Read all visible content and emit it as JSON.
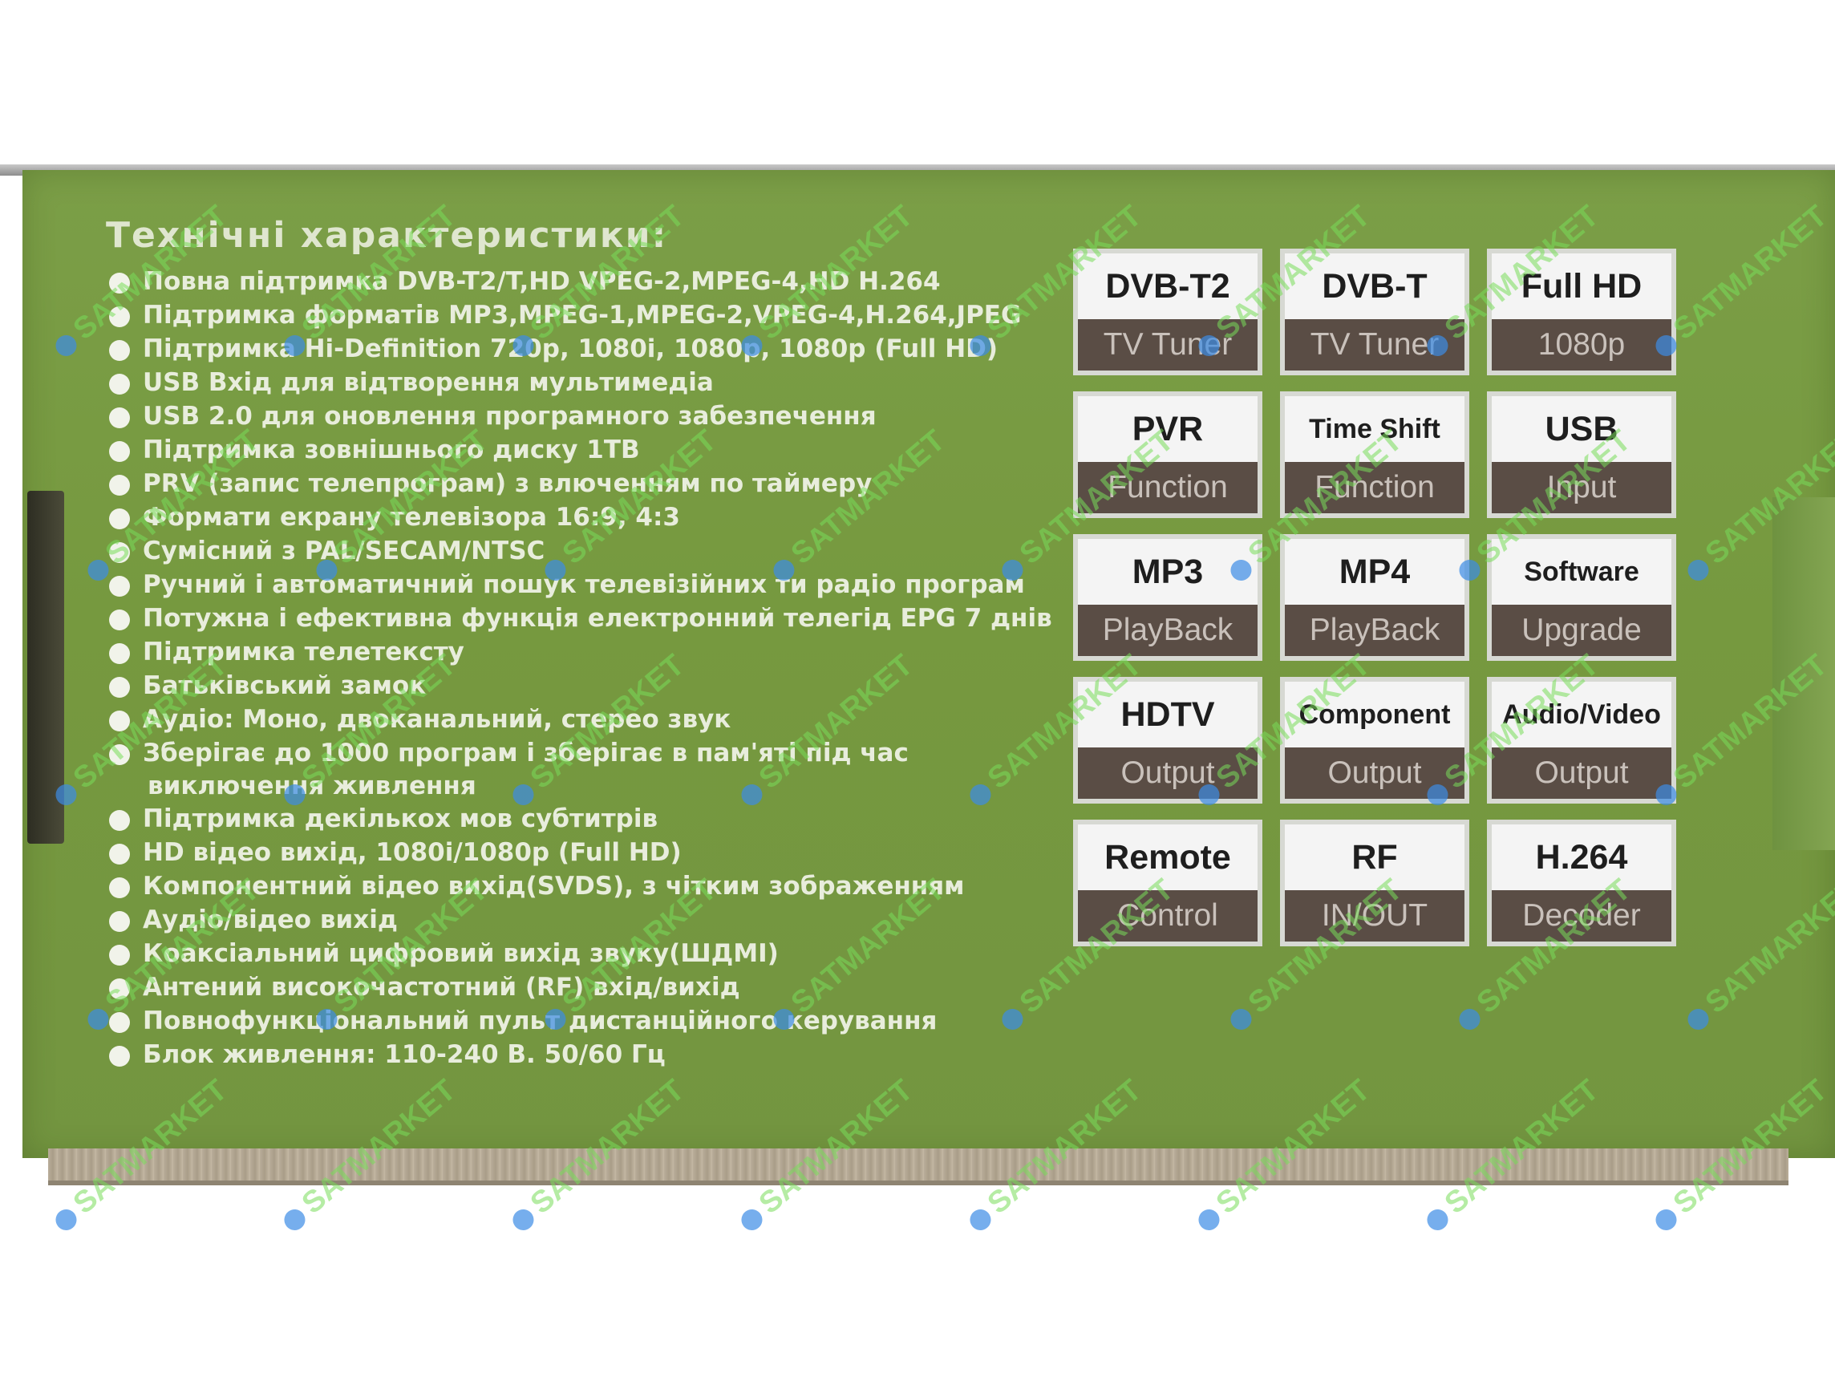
{
  "title": "Технічні характеристики:",
  "specs": [
    "Повна підтримка  DVB-T2/T,HD VPEG-2,MPEG-4,HD H.264",
    "Підтримка форматів MP3,MPEG-1,MPEG-2,VPEG-4,H.264,JPEG",
    "Підтримка Hi-Definition 720p, 1080i, 1080p, 1080p (Full HD)",
    "USB Вхід для відтворення мультимедіа",
    "USB 2.0 для оновлення програмного забезпечення",
    "Підтримка зовнішнього диску 1TB",
    "PRV (запис телепрограм) з влюченням по таймеру",
    "Формати екрану телевізора  16:9,  4:3",
    "Сумісний з PAL/SECAM/NTSC",
    "Ручний і автоматичний пошук телевізійних ти радіо програм",
    "Потужна і ефективна функція електронний телегід EPG 7 днів",
    "Підтримка телетексту",
    "Батьківський замок",
    "Аудіо: Моно, двоканальний, стерео звук",
    "Зберігає до 1000 програм і зберігає в пам'яті під час",
    "Підтримка декількох мов субтитрів",
    "HD відео вихід, 1080i/1080p (Full HD)",
    "Компонентний відео вихід(SVDS), з чітким зображенням",
    "Аудіо/відео вихід",
    "Коаксіальний цифровий вихід звуку(ШДМІ)",
    "Антений високочастотний (RF) вхід/вихід",
    "Повнофункціональний пульт дистанційного керування",
    "Блок живлення: 110-240 В. 50/60 Гц"
  ],
  "spec_continuation": "виключення живлення",
  "features": [
    {
      "top": "DVB-T2",
      "bottom": "TV Tuner"
    },
    {
      "top": "DVB-T",
      "bottom": "TV Tuner"
    },
    {
      "top": "Full HD",
      "bottom": "1080p"
    },
    {
      "top": "PVR",
      "bottom": "Function"
    },
    {
      "top": "Time Shift",
      "bottom": "Function"
    },
    {
      "top": "USB",
      "bottom": "Input"
    },
    {
      "top": "MP3",
      "bottom": "PlayBack"
    },
    {
      "top": "MP4",
      "bottom": "PlayBack"
    },
    {
      "top": "Software",
      "bottom": "Upgrade"
    },
    {
      "top": "HDTV",
      "bottom": "Output"
    },
    {
      "top": "Component",
      "bottom": "Output"
    },
    {
      "top": "Audio/Video",
      "bottom": "Output"
    },
    {
      "top": "Remote",
      "bottom": "Control"
    },
    {
      "top": "RF",
      "bottom": "IN/OUT"
    },
    {
      "top": "H.264",
      "bottom": "Decoder"
    }
  ],
  "watermark": "SATMARKET"
}
